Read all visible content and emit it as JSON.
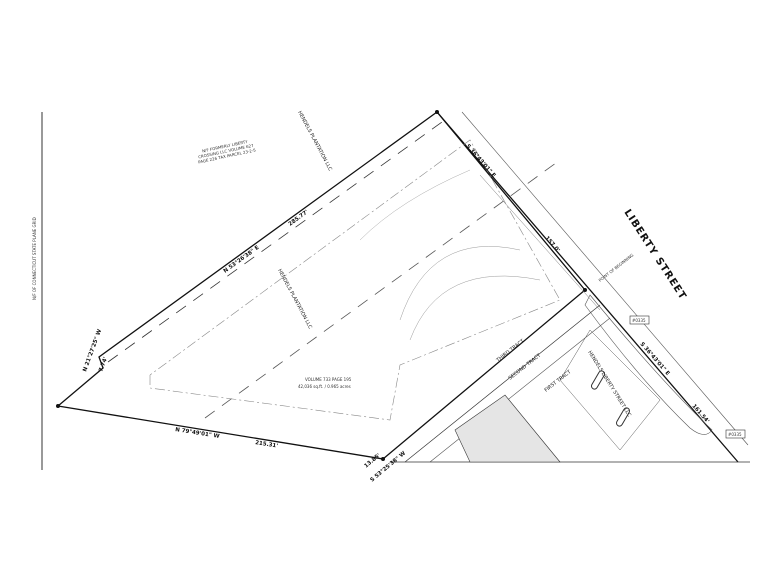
{
  "street": {
    "name": "LIBERTY STREET"
  },
  "boundaries": {
    "northwest": {
      "bearing": "N 53°26'38\" E",
      "distance": "285.77'"
    },
    "northeast": {
      "bearing": "S 36°43'01\" E",
      "distance": "157.0'"
    },
    "south": {
      "bearing": "N 79°49'01\" W",
      "distance": "215.31'"
    },
    "west": {
      "bearing": "N 21°27'25\" W",
      "distance": "7.74'"
    },
    "liberty_frontage": {
      "bearing": "S 36°43'01\" E",
      "distance": "161.54'"
    },
    "southeast_corner": {
      "bearing": "S 53°25'38\" W",
      "distance": "13.85'"
    }
  },
  "labels": {
    "neighbor_north": "N/F FORMERLY LIBERTY CROSSING LLC VOLUME 627 PAGE 226 TAX PARCEL 23-2-5",
    "owner_north": "HENDELS PLANTATION LLC",
    "owner_main": "HENDELS PLANTATION LLC",
    "main_parcel_volume": "VOLUME 733 PAGE 195",
    "main_parcel_area": "42,036 sq.ft. / 0.965 acres",
    "third_tract": "THIRD TRACT",
    "second_tract": "SECOND TRACT",
    "first_tract": "FIRST TRACT",
    "owner_liberty": "HENDELS LIBERTY STREET LLC",
    "tag_1": "#0335",
    "tag_2": "#0335",
    "point_of_beginning": "POINT OF BEGINNING",
    "margin_note": "N/F OF CONNECTICUT STATE PLANE GRID"
  }
}
